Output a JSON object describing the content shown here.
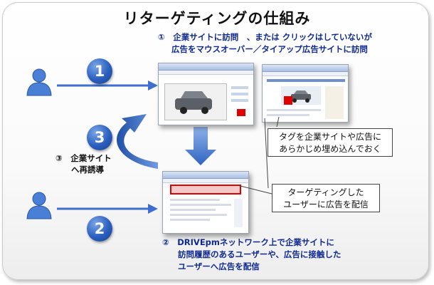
{
  "title": "リターゲティングの仕組み",
  "step1": {
    "number": "1",
    "caption_line1": "①　企業サイトに訪問　、または クリックはしていないが",
    "caption_line2": "広告をマウスオーバー／タイアップ広告サイトに訪問"
  },
  "step2": {
    "number": "2",
    "caption_line1": "②　DRIVEpmネットワーク上で企業サイトに",
    "caption_line2": "訪問履歴のあるユーザーや、広告に接触した",
    "caption_line3": "ユーザーへ広告を配信"
  },
  "step3": {
    "number": "3",
    "label_line1": "③　企業サイト",
    "label_line2": "へ再誘導"
  },
  "callout_tag": {
    "line1": "タグを企業サイトや広告に",
    "line2": "あらかじめ埋め込んでおく"
  },
  "callout_target": {
    "line1": "ターゲティングした",
    "line2": "ユーザーに広告を配信"
  },
  "colors": {
    "accent_blue": "#2b5fbf",
    "caption_blue": "#0f2a8f",
    "ad_red": "#e00000",
    "user_blue": "#4a7fd6"
  },
  "icons": [
    "user-icon",
    "arrow-right-icon",
    "arrow-down-icon",
    "curved-arrow-icon",
    "browser-screenshot",
    "car-image"
  ]
}
